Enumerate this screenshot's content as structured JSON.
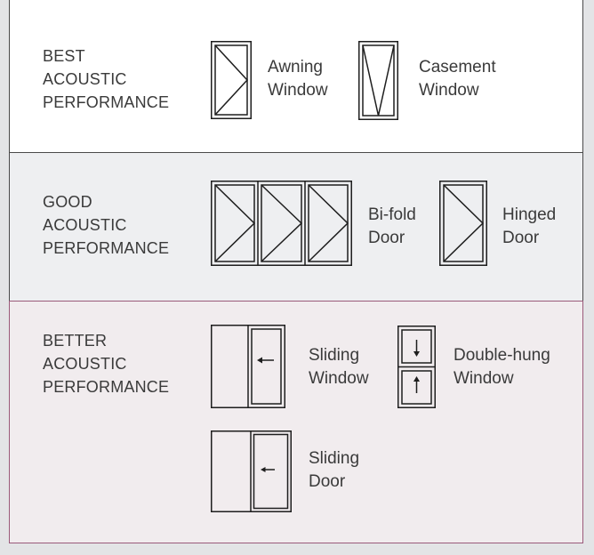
{
  "categories": [
    {
      "id": "best",
      "heading": [
        "BEST",
        "ACOUSTIC",
        "PERFORMANCE"
      ],
      "items": [
        {
          "label": [
            "Awning",
            "Window"
          ],
          "icon": "awning-window-icon"
        },
        {
          "label": [
            "Casement",
            "Window"
          ],
          "icon": "casement-window-icon"
        }
      ]
    },
    {
      "id": "good",
      "heading": [
        "GOOD",
        "ACOUSTIC",
        "PERFORMANCE"
      ],
      "items": [
        {
          "label": [
            "Bi-fold",
            "Door"
          ],
          "icon": "bifold-door-icon"
        },
        {
          "label": [
            "Hinged",
            "Door"
          ],
          "icon": "hinged-door-icon"
        }
      ]
    },
    {
      "id": "better",
      "heading": [
        "BETTER",
        "ACOUSTIC",
        "PERFORMANCE"
      ],
      "items": [
        {
          "label": [
            "Sliding",
            "Window"
          ],
          "icon": "sliding-window-icon"
        },
        {
          "label": [
            "Double-hung",
            "Window"
          ],
          "icon": "double-hung-window-icon"
        },
        {
          "label": [
            "Sliding",
            "Door"
          ],
          "icon": "sliding-door-icon"
        }
      ]
    }
  ],
  "colors": {
    "best_bg": "#ffffff",
    "good_bg": "#eeeff1",
    "better_bg": "#f1ecee",
    "better_border": "#9a5a7a",
    "text": "#3a3a3a",
    "line": "#1e1e1e"
  }
}
